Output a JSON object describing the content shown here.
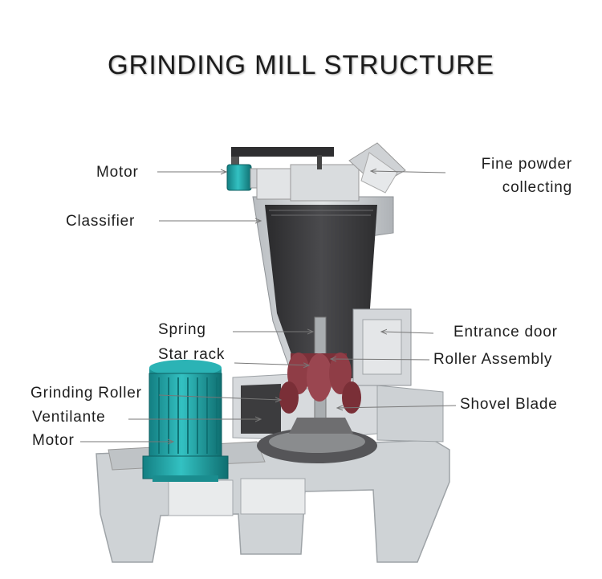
{
  "title": "GRINDING MILL STRUCTURE",
  "colors": {
    "frame": "#c9cdd1",
    "body": "#d5d8db",
    "dark_interior": "#3b3b3d",
    "motor_teal": "#22a6a8",
    "roller_red": "#8e3c44",
    "leader_line": "#666666"
  },
  "labels": {
    "motor_top": "Motor",
    "classifier": "Classifier",
    "fine_powder_line1": "Fine powder",
    "fine_powder_line2": "collecting",
    "spring": "Spring",
    "star_rack": "Star rack",
    "entrance_door": "Entrance door",
    "roller_assembly": "Roller Assembly",
    "grinding_roller": "Grinding Roller",
    "ventilante": "Ventilante",
    "motor_bottom": "Motor",
    "shovel_blade": "Shovel Blade"
  }
}
